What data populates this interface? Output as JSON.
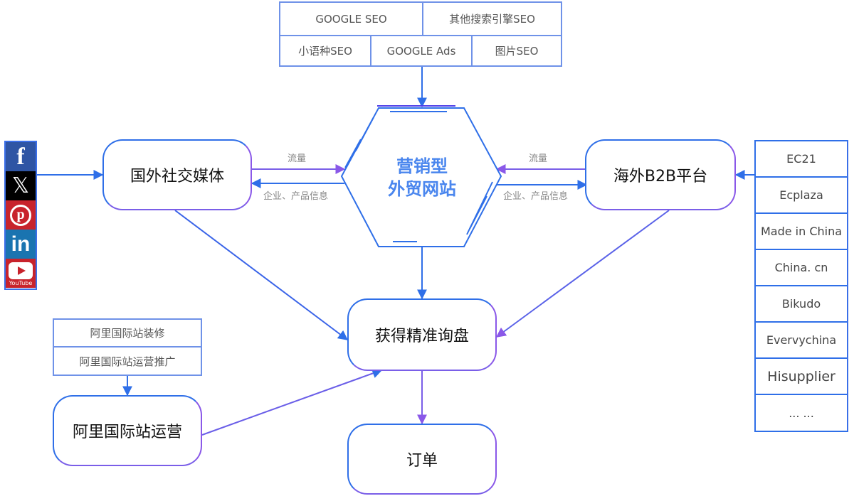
{
  "seo_methods": {
    "row1": [
      "GOOGLE SEO",
      "其他搜索引擎SEO"
    ],
    "row2": [
      "小语种SEO",
      "GOOGLE Ads",
      "图片SEO"
    ]
  },
  "center": {
    "line1": "营销型",
    "line2": "外贸网站"
  },
  "nodes": {
    "social_media": "国外社交媒体",
    "b2b_platform": "海外B2B平台",
    "inquiries": "获得精准询盘",
    "alibaba_ops": "阿里国际站运营",
    "order": "订单"
  },
  "edge_labels": {
    "left_traffic": "流量",
    "left_info": "企业、产品信息",
    "right_traffic": "流量",
    "right_info": "企业、产品信息"
  },
  "b2b_list": [
    "EC21",
    "Ecplaza",
    "Made in China",
    "China. cn",
    "Bikudo",
    "Evervychina",
    "Hisupplier",
    "... ..."
  ],
  "alibaba_services": [
    "阿里国际站装修",
    "阿里国际站运营推广"
  ],
  "social_icons": [
    {
      "icon": "facebook-icon",
      "glyph": "f"
    },
    {
      "icon": "x-icon",
      "glyph": "𝕏"
    },
    {
      "icon": "pinterest-icon",
      "glyph": "p"
    },
    {
      "icon": "linkedin-icon",
      "glyph": "in"
    },
    {
      "icon": "youtube-icon",
      "label": "YouTube"
    }
  ],
  "colors": {
    "blue": "#2f6fe8",
    "purple": "#8a58e8",
    "title": "#4a86ee",
    "table_border": "#6f92e8"
  }
}
